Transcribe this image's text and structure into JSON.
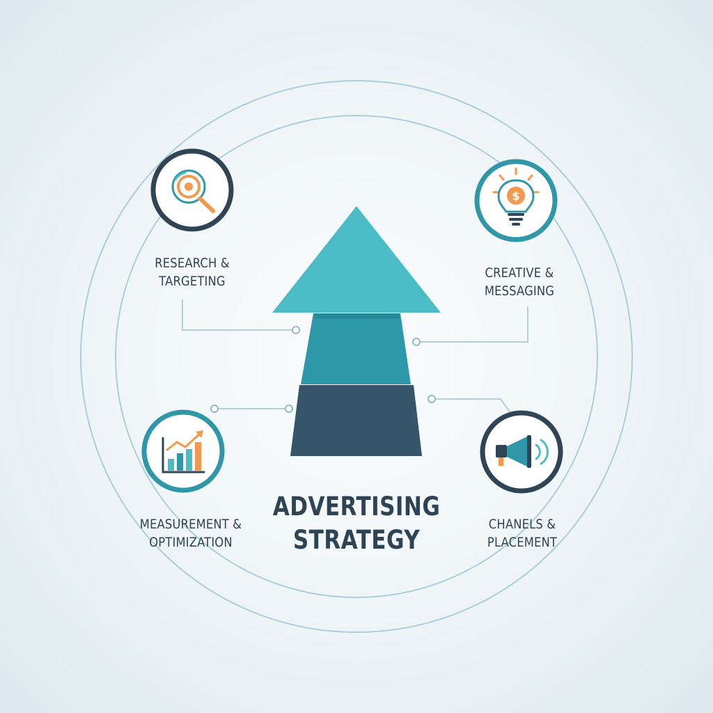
{
  "title": {
    "line1": "ADVERTISING",
    "line2": "STRATEGY"
  },
  "stages": [
    {
      "line1": "RESEARCH &",
      "line2": "TARGETING",
      "icon": "magnifier-target-icon"
    },
    {
      "line1": "CREATIVE &",
      "line2": "MESSAGING",
      "icon": "lightbulb-dollar-icon"
    },
    {
      "line1": "MEASUREMENT &",
      "line2": "OPTIMIZATION",
      "icon": "growth-chart-icon"
    },
    {
      "line1": "CHANELS &",
      "line2": "PLACEMENT",
      "icon": "megaphone-icon"
    }
  ],
  "colors": {
    "navy": "#2f4454",
    "teal": "#2f97a8",
    "light_teal": "#4bbcc6",
    "orange": "#f19a4f",
    "ring": "#a9cfd8"
  }
}
